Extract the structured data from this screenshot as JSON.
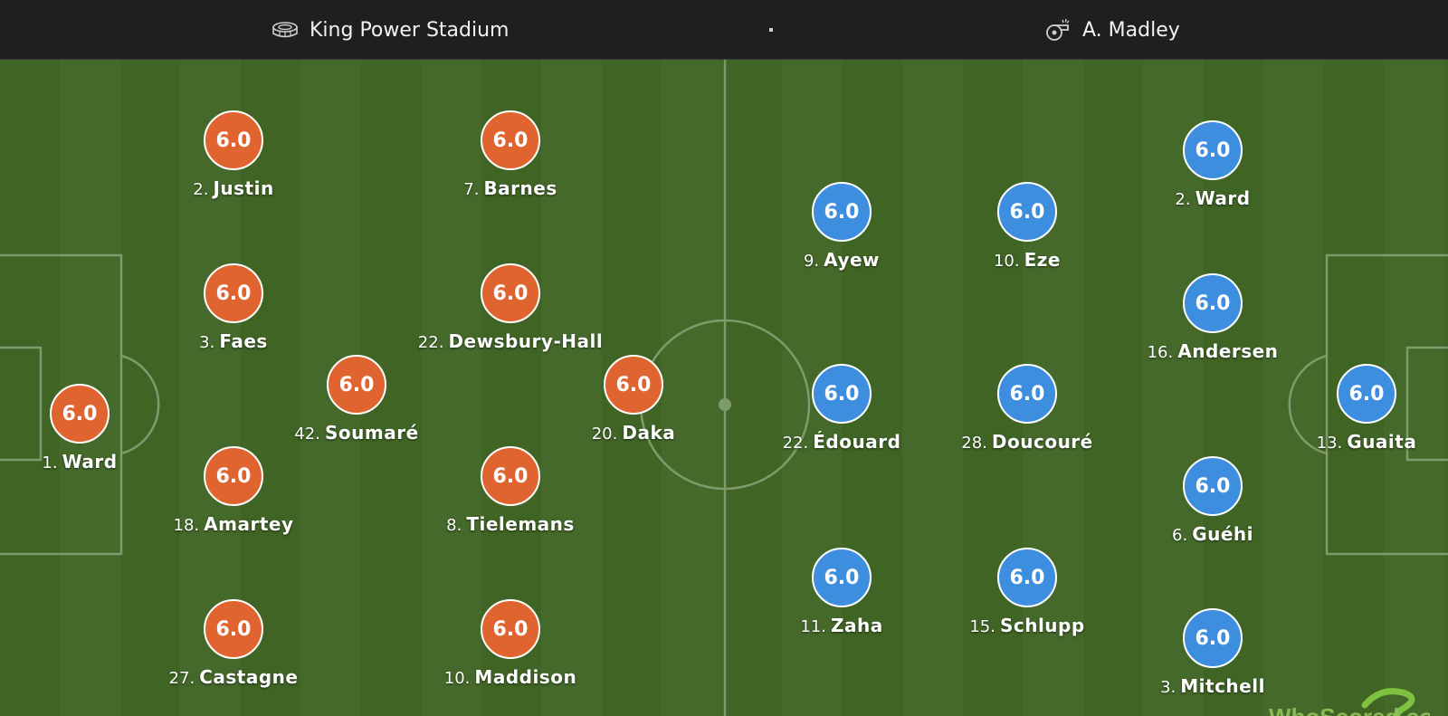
{
  "header": {
    "venue": "King Power Stadium",
    "venue_icon": "stadium-icon",
    "separator": "·",
    "referee": "A. Madley",
    "referee_icon": "whistle-icon"
  },
  "colors": {
    "home": "#e0642f",
    "away": "#3e8ee0",
    "pitch": "#3f6424"
  },
  "home": [
    {
      "num": "1.",
      "name": "Ward",
      "rating": "6.0"
    },
    {
      "num": "2.",
      "name": "Justin",
      "rating": "6.0"
    },
    {
      "num": "3.",
      "name": "Faes",
      "rating": "6.0"
    },
    {
      "num": "18.",
      "name": "Amartey",
      "rating": "6.0"
    },
    {
      "num": "27.",
      "name": "Castagne",
      "rating": "6.0"
    },
    {
      "num": "42.",
      "name": "Soumaré",
      "rating": "6.0"
    },
    {
      "num": "7.",
      "name": "Barnes",
      "rating": "6.0"
    },
    {
      "num": "22.",
      "name": "Dewsbury-Hall",
      "rating": "6.0"
    },
    {
      "num": "8.",
      "name": "Tielemans",
      "rating": "6.0"
    },
    {
      "num": "10.",
      "name": "Maddison",
      "rating": "6.0"
    },
    {
      "num": "20.",
      "name": "Daka",
      "rating": "6.0"
    }
  ],
  "away": [
    {
      "num": "13.",
      "name": "Guaita",
      "rating": "6.0"
    },
    {
      "num": "2.",
      "name": "Ward",
      "rating": "6.0"
    },
    {
      "num": "16.",
      "name": "Andersen",
      "rating": "6.0"
    },
    {
      "num": "6.",
      "name": "Guéhi",
      "rating": "6.0"
    },
    {
      "num": "3.",
      "name": "Mitchell",
      "rating": "6.0"
    },
    {
      "num": "10.",
      "name": "Eze",
      "rating": "6.0"
    },
    {
      "num": "28.",
      "name": "Doucouré",
      "rating": "6.0"
    },
    {
      "num": "15.",
      "name": "Schlupp",
      "rating": "6.0"
    },
    {
      "num": "9.",
      "name": "Ayew",
      "rating": "6.0"
    },
    {
      "num": "22.",
      "name": "Édouard",
      "rating": "6.0"
    },
    {
      "num": "11.",
      "name": "Zaha",
      "rating": "6.0"
    }
  ],
  "watermark": "WhoScored.com"
}
